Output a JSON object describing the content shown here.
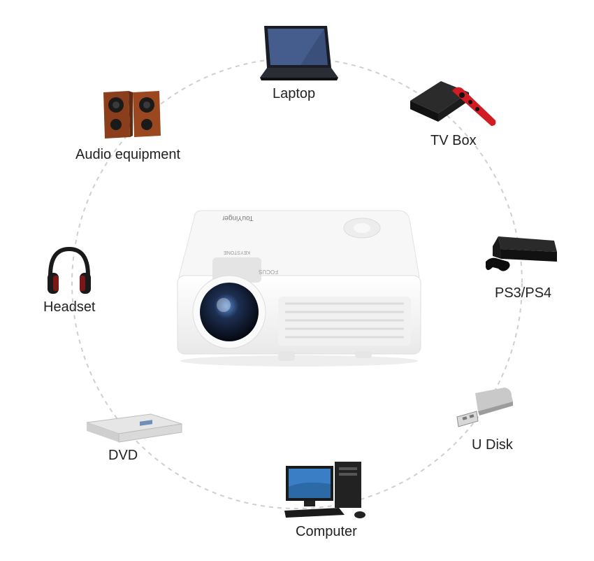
{
  "projector": {
    "brand": "TouYinger",
    "side_text": "FOCUS",
    "top_text": "KEYSTONE"
  },
  "devices": {
    "laptop": "Laptop",
    "tv_box": "TV Box",
    "ps": "PS3/PS4",
    "u_disk": "U Disk",
    "computer": "Computer",
    "dvd": "DVD",
    "headset": "Headset",
    "audio": "Audio equipment"
  },
  "icons": [
    "laptop-icon",
    "tv-box-icon",
    "game-console-icon",
    "usb-drive-icon",
    "desktop-computer-icon",
    "dvd-player-icon",
    "headphones-icon",
    "speakers-icon",
    "projector-icon"
  ]
}
